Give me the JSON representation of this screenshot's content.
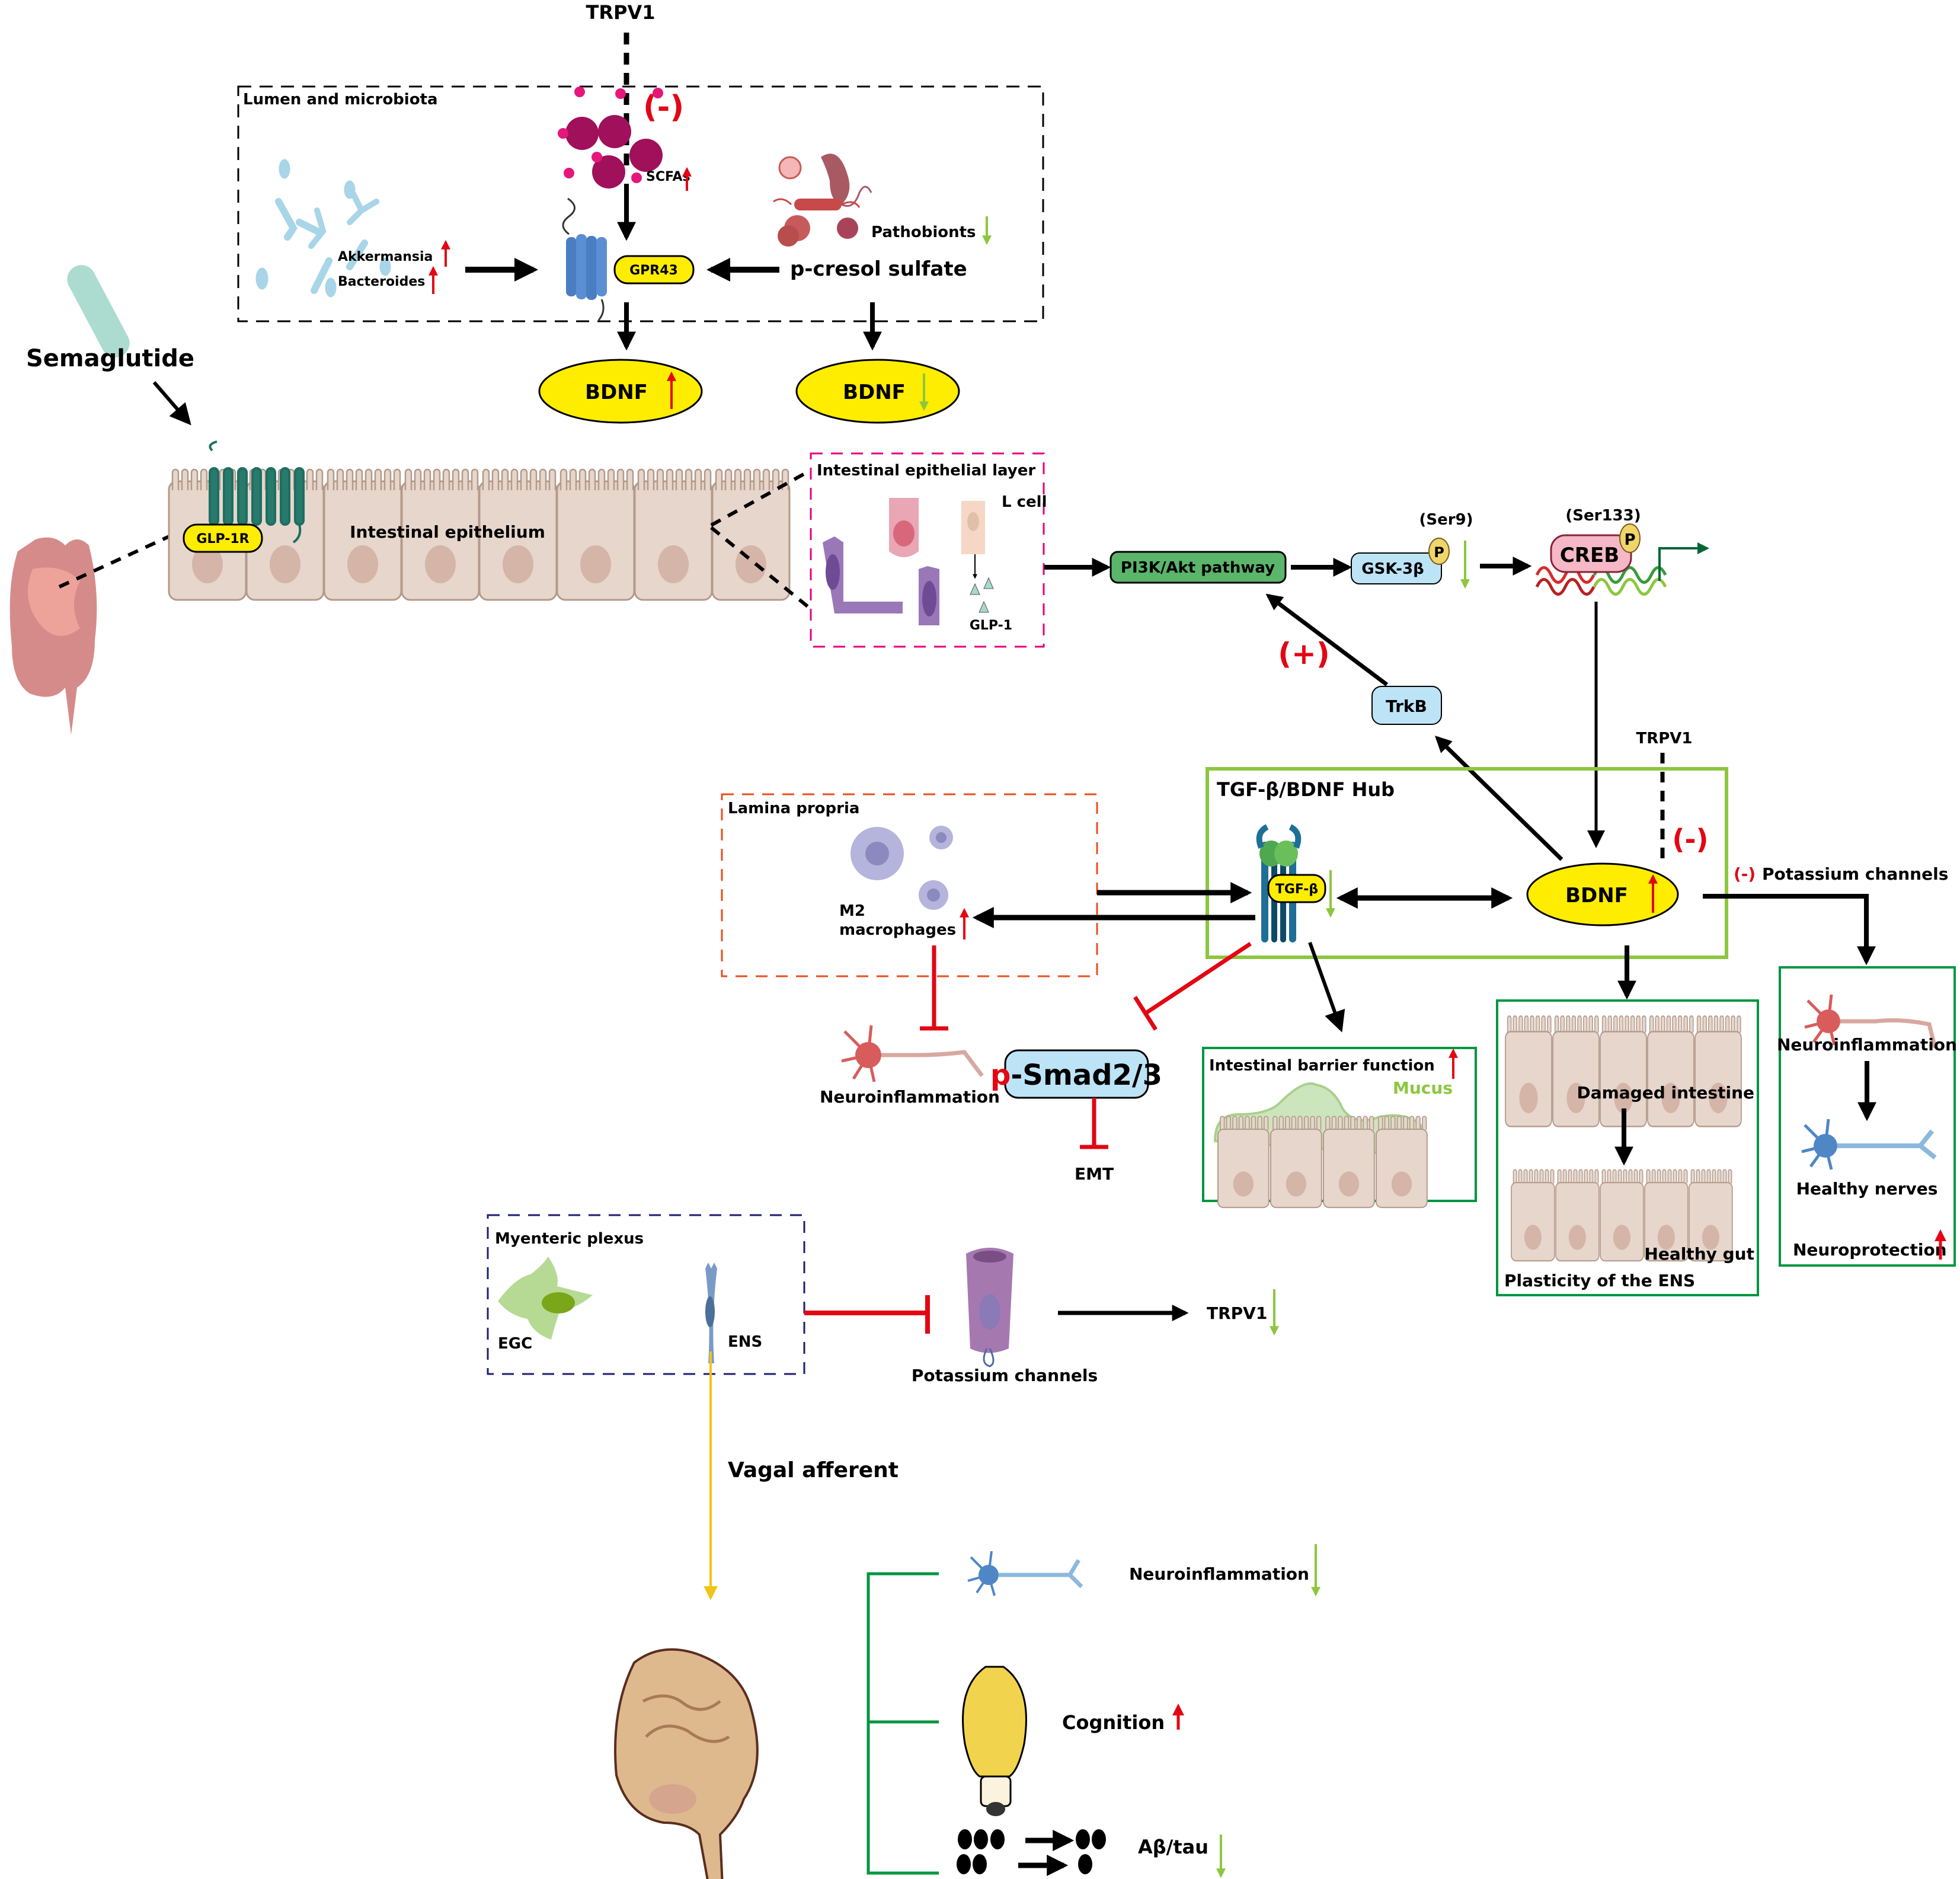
{
  "figure": {
    "drug": "Semaglutide",
    "trpv1_top_label": "TRPV1",
    "lumen": {
      "title": "Lumen and microbiota",
      "inhibit_mark": "(-)",
      "scfas": "SCFAs",
      "akkermansia": "Akkermansia",
      "bacteroides": "Bacteroides",
      "gpr43": "GPR43",
      "pathobionts": "Pathobionts",
      "pcresol": "p-cresol sulfate"
    },
    "bdnf_up_label": "BDNF",
    "bdnf_down_label": "BDNF",
    "epithelium": {
      "receptor": "GLP-1R",
      "label": "Intestinal epithelium"
    },
    "epithelial_layer": {
      "title": "Intestinal epithelial layer",
      "l_cell": "L cell",
      "glp1": "GLP-1"
    },
    "pathway": {
      "pi3k": "PI3K/Akt pathway",
      "gsk": "GSK-3β",
      "ser9": "(Ser9)",
      "creb": "CREB",
      "ser133": "(Ser133)",
      "phospho": "P",
      "trkb": "TrkB",
      "plus_mark": "(+)"
    },
    "hub": {
      "title": "TGF-β/BDNF Hub",
      "tgf": "TGF-β",
      "bdnf": "BDNF",
      "trpv1": "TRPV1",
      "inhibit_mark": "(-)"
    },
    "lamina": {
      "title": "Lamina propria",
      "m2_line1": "M2",
      "m2_line2": "macrophages"
    },
    "neuroinflammation_left": "Neuroinflammation",
    "psmad": {
      "prefix": "p",
      "rest": "-Smad2/3"
    },
    "emt": "EMT",
    "barrier": {
      "title": "Intestinal barrier function",
      "mucus": "Mucus"
    },
    "potassium_right": {
      "mark": "(-)",
      "label": "Potassium channels"
    },
    "plasticity": {
      "damaged": "Damaged intestine",
      "healthy": "Healthy gut",
      "title": "Plasticity of the ENS"
    },
    "neuro_box": {
      "inflammation": "Neuroinflammation",
      "healthy": "Healthy nerves",
      "protection": "Neuroprotection"
    },
    "myenteric": {
      "title": "Myenteric plexus",
      "egc": "EGC",
      "ens": "ENS"
    },
    "potassium_channels": "Potassium channels",
    "trpv1_down": "TRPV1",
    "vagal": "Vagal afferent",
    "brain_outcomes": {
      "neuroinflammation": "Neuroinflammation",
      "cognition": "Cognition",
      "abeta": "Aβ/tau"
    }
  },
  "colors": {
    "up_arrow": "#e30613",
    "down_arrow": "#8dc63f",
    "bdnf_fill": "#ffed00",
    "hub_border": "#8dc63f",
    "box_green": "#009640",
    "lumen_border": "#000000",
    "epithelial_box": "#e6007e",
    "lamina_box": "#e94e1b",
    "myenteric_box": "#1d1d73",
    "vagal": "#f2c417"
  }
}
